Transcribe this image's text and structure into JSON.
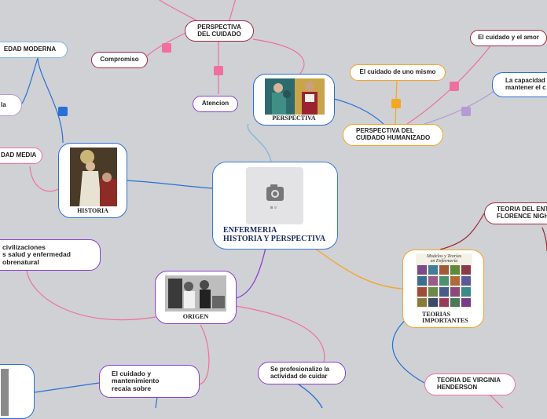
{
  "central": {
    "title": "ENFERMERIA\nHISTORIA Y PERSPECTIVA",
    "icon": "camera-placeholder-icon"
  },
  "main_topics": {
    "perspectiva": "PERSPECTIVA",
    "historia": "HISTORIA",
    "origen": "ORIGEN",
    "teorias": "TEORIAS\nIMPORTANTES"
  },
  "nodes": {
    "perspectiva_cuidado": "PERSPECTIVA\nDEL CUIDADO",
    "compromiso": "Compromiso",
    "atencion": "Atencion",
    "edad_moderna": "EDAD MODERNA",
    "la_fragment": "la",
    "edad_media": "DAD MEDIA",
    "cuidado_amor": "El cuidado y el amor",
    "cuidado_mismo": "El cuidado de uno mismo",
    "capacidad": "La capacidad de\nmantener el c",
    "cuidado_humanizado": "PERSPECTIVA DEL\nCUIDADO HUMANIZADO",
    "civilizaciones": "civilizaciones\ns salud y enfermedad\nobrenatural",
    "teoria_florence": "TEORIA DEL ENT\nFLORENCE NIGH",
    "cuidado_mantenimiento": "El cuidado y\nmantenimiento\nrecaía sobre",
    "profesionalizo": "Se profesionalizo la\nactividad de cuidar",
    "teoria_virginia": "TEORIA DE VIRGINIA\nHENDERSON"
  },
  "book_title": "Modelos y Teorías\nen Enfermería",
  "colors": {
    "background": "#cfd1d4",
    "blue": "#2b6fd6",
    "pink": "#f06fa0",
    "purple": "#8a3fd0",
    "orange": "#f5a623",
    "lightblue": "#7fb7e0",
    "darkred": "#a02a3a",
    "lilac": "#b59ad6"
  }
}
